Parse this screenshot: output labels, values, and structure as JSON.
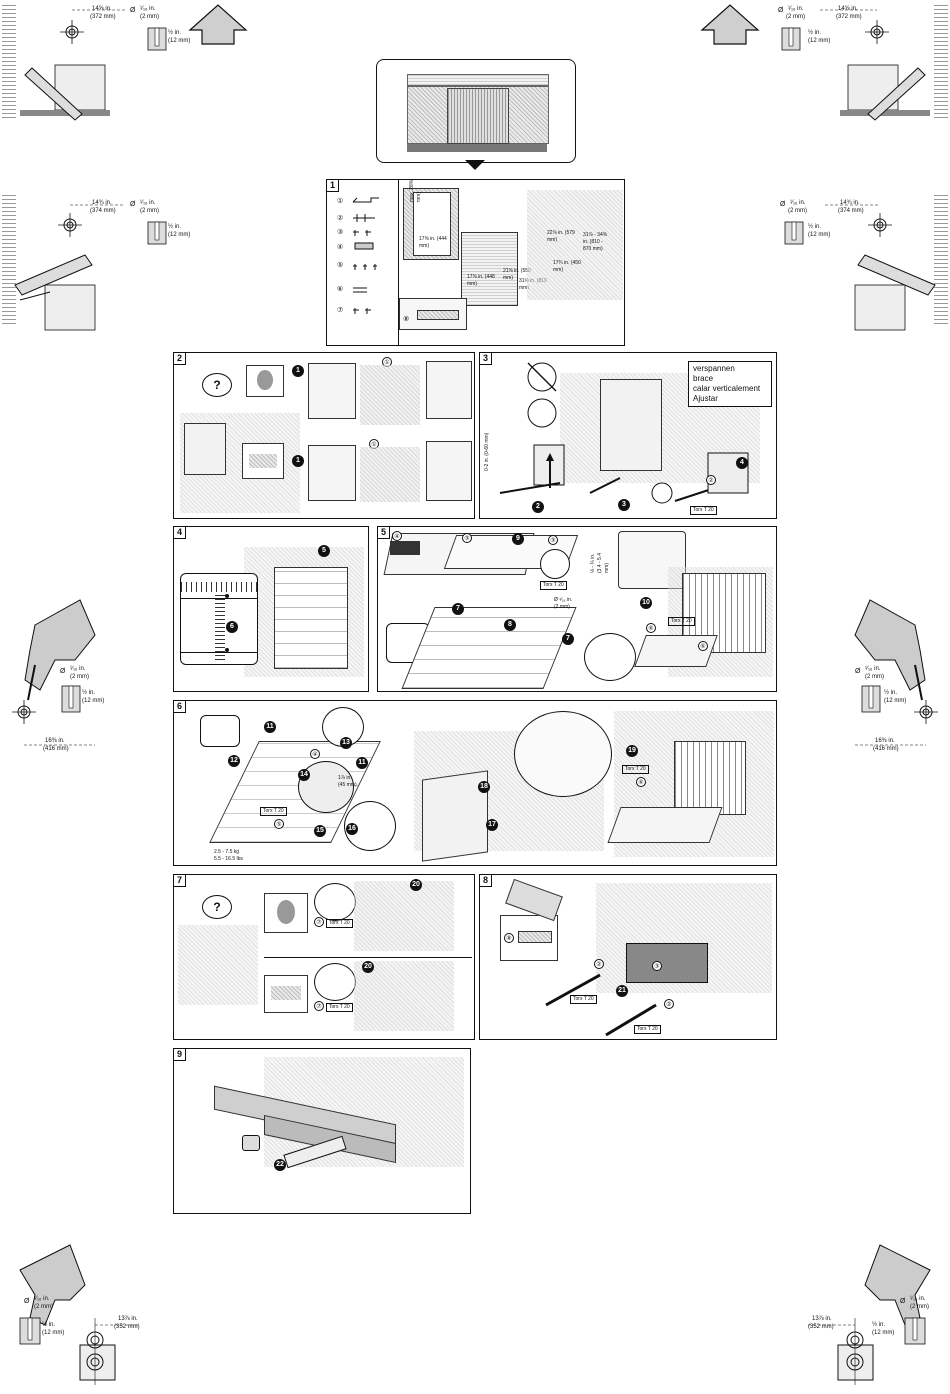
{
  "corner_marks": {
    "top_left": {
      "dim_in": "14⅝ in.",
      "dim_mm": "(372 mm)",
      "drill_in": "¹⁄₁₆ in.",
      "drill_mm": "(2 mm)",
      "depth_in": "½ in.",
      "depth_mm": "(12 mm)"
    },
    "top_right": {
      "dim_in": "14⅝ in.",
      "dim_mm": "(372 mm)",
      "drill_in": "¹⁄₁₆ in.",
      "drill_mm": "(2 mm)",
      "depth_in": "½ in.",
      "depth_mm": "(12 mm)"
    },
    "mid_left": {
      "dim_in": "14¾ in.",
      "dim_mm": "(374 mm)",
      "drill_in": "¹⁄₁₆ in.",
      "drill_mm": "(2 mm)",
      "depth_in": "½ in.",
      "depth_mm": "(12 mm)"
    },
    "mid_right": {
      "dim_in": "14¾ in.",
      "dim_mm": "(374 mm)",
      "drill_in": "¹⁄₁₆ in.",
      "drill_mm": "(2 mm)",
      "depth_in": "½ in.",
      "depth_mm": "(12 mm)"
    },
    "drill_left": {
      "dim_in": "16⅜ in.",
      "dim_mm": "(416 mm)",
      "drill_in": "¹⁄₁₆ in.",
      "drill_mm": "(2 mm)",
      "depth_in": "½ in.",
      "depth_mm": "(12 mm)"
    },
    "drill_right": {
      "dim_in": "16⅜ in.",
      "dim_mm": "(416 mm)",
      "drill_in": "¹⁄₁₆ in.",
      "drill_mm": "(2 mm)",
      "depth_in": "½ in.",
      "depth_mm": "(12 mm)"
    },
    "bottom_left": {
      "dim_in": "13⅞ in.",
      "dim_mm": "(352 mm)",
      "drill_in": "¹⁄₁₆ in.",
      "drill_mm": "(2 mm)",
      "depth_in": "½ in.",
      "depth_mm": "(12 mm)"
    },
    "bottom_right": {
      "dim_in": "13⅞ in.",
      "dim_mm": "(352 mm)",
      "drill_in": "¹⁄₁₆ in.",
      "drill_mm": "(2 mm)",
      "depth_in": "½ in.",
      "depth_mm": "(12 mm)"
    }
  },
  "panels": {
    "p1": {
      "num": "1",
      "parts": [
        "①",
        "②",
        "③",
        "④",
        "⑤",
        "⑥",
        "⑦"
      ],
      "niche": {
        "h_label": "max. 28⅜ in. (720 mm)",
        "w_label": "17⅝ in. (444 mm)"
      },
      "dims": {
        "depth": "21⅝ in. (550 mm)",
        "width": "17⅝ in. (448 mm)",
        "height": "31⅛ in. (810 mm)",
        "counter": "22⅞ in. (579 mm)",
        "niche_w": "17¾ in. (450 mm)",
        "niche_h": "31⅞ - 34⅜ in. (810 - 870 mm)"
      },
      "part8": "⑧"
    },
    "p2": {
      "num": "2",
      "q": "?",
      "steps": [
        "1",
        "1"
      ],
      "refs": [
        "①",
        "①"
      ]
    },
    "p3": {
      "num": "3",
      "legend": [
        "verspannen",
        "brace",
        "calar verticalement",
        "Ajustar"
      ],
      "adjust": "0-2 in. (0-60 mm)",
      "steps": [
        "2",
        "3",
        "4"
      ],
      "refs": [
        "②"
      ],
      "torx": "Torx T 20"
    },
    "p4": {
      "num": "4",
      "steps": [
        "5",
        "6"
      ]
    },
    "p5": {
      "num": "5",
      "steps": [
        "7",
        "7",
        "8",
        "9",
        "10"
      ],
      "refs": [
        "④",
        "③",
        "③",
        "⑥",
        "⑥"
      ],
      "torx": [
        "Torx T 20",
        "Torx T 20"
      ],
      "depth": "⅛ - ¼ in. (3.4 - 5.4 mm)",
      "drill": "Ø ¹⁄₁₆ in. (2 mm)"
    },
    "p6": {
      "num": "6",
      "steps": [
        "11",
        "11",
        "12",
        "13",
        "14",
        "15",
        "16",
        "17",
        "18",
        "19"
      ],
      "refs": [
        "④",
        "⑤",
        "⑥"
      ],
      "torx": [
        "Torx T 20",
        "Torx T 20"
      ],
      "weights": [
        "2.5 - 7.5 kg",
        "5.5 - 16.5 lbs"
      ],
      "dim": "1⅞ in. (45 mm)"
    },
    "p7": {
      "num": "7",
      "q": "?",
      "steps": [
        "20",
        "20"
      ],
      "refs": [
        "⑦",
        "⑦"
      ],
      "torx": [
        "Torx T 20",
        "Torx T 20"
      ]
    },
    "p8": {
      "num": "8",
      "steps": [
        "21"
      ],
      "refs": [
        "⑧",
        "②",
        "②",
        "③"
      ],
      "torx": [
        "Torx T 20",
        "Torx T 20"
      ]
    },
    "p9": {
      "num": "9",
      "steps": [
        "22"
      ]
    }
  }
}
